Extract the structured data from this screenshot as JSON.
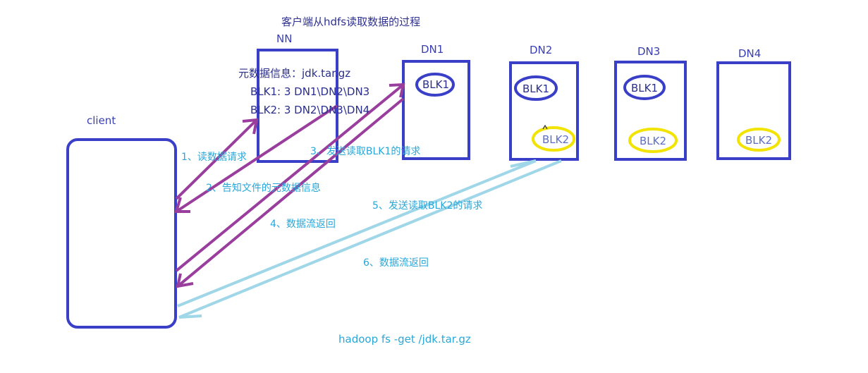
{
  "title": "客户端从hdfs读取数据的过程",
  "nodes": {
    "nn_label": "NN",
    "client_label": "client",
    "dn1_label": "DN1",
    "dn2_label": "DN2",
    "dn3_label": "DN3",
    "dn4_label": "DN4"
  },
  "metadata": {
    "line1": "元数据信息：jdk.tar.gz",
    "line2": "BLK1: 3  DN1\\DN2\\DN3",
    "line3": "BLK2: 3  DN2\\DN3\\DN4"
  },
  "blocks": {
    "dn1_blk1": "BLK1",
    "dn2_blk1": "BLK1",
    "dn2_blk2": "BLK2",
    "dn3_blk1": "BLK1",
    "dn3_blk2": "BLK2",
    "dn4_blk2": "BLK2"
  },
  "steps": {
    "s1": "1、读数据请求",
    "s2": "2、告知文件的元数据信息",
    "s3": "3、发送读取BLK1的请求",
    "s4": "4、数据流返回",
    "s5": "5、发送读取BLK2的请求",
    "s6": "6、数据流返回"
  },
  "command": "hadoop fs -get /jdk.tar.gz",
  "colors": {
    "box": "#3a3fc8",
    "purple_arrow": "#9a3e9e",
    "cyan_arrow": "#9fd6e8",
    "yellow": "#f2e400",
    "text_blue": "#3a3fb0",
    "text_cyan": "#29a7d8"
  }
}
